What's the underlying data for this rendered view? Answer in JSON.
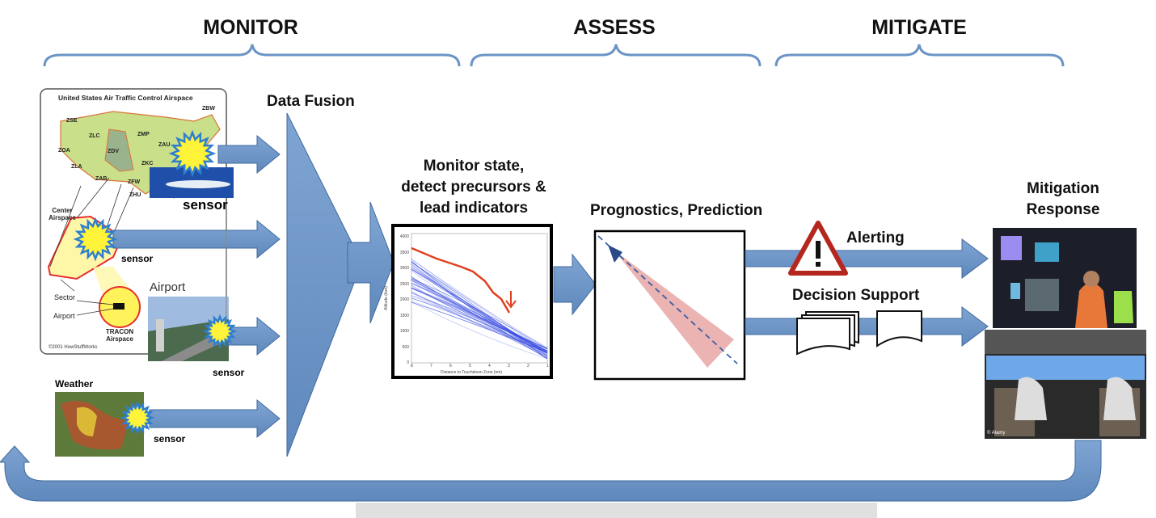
{
  "phases": {
    "monitor": "MONITOR",
    "assess": "ASSESS",
    "mitigate": "MITIGATE"
  },
  "map": {
    "title": "United States Air Traffic Control Airspace",
    "centers": [
      "ZSE",
      "ZLC",
      "ZMP",
      "ZBW",
      "ZOA",
      "ZDV",
      "ZAU",
      "ZLA",
      "ZKC",
      "ZAB",
      "ZFW",
      "ZHU"
    ],
    "center_airspace": "Center Airspace",
    "sector": "Sector",
    "airport": "Airport",
    "tracon": "TRACON Airspace",
    "credit": "©2001 HowStuffWorks"
  },
  "sensor_label": "sensor",
  "airport_label": "Airport",
  "weather_label": "Weather",
  "data_fusion": "Data Fusion",
  "monitor_state": "Monitor state, detect precursors & lead indicators",
  "chart_inset": {
    "ylabel": "Altitude (feet)",
    "xlabel": "Distance to Touchdown Zone (nm)",
    "yticks": [
      "0",
      "500",
      "1000",
      "1500",
      "2000",
      "2500",
      "3000",
      "3500",
      "4000"
    ],
    "xticks": [
      "8",
      "7",
      "6",
      "5",
      "4",
      "3",
      "2",
      "1"
    ]
  },
  "prognostics": "Prognostics, Prediction",
  "alerting": "Alerting",
  "decision_support": "Decision Support",
  "mitigation_response": "Mitigation Response",
  "photo_credit": "© Alamy",
  "colors": {
    "arrow": "#6b94c6",
    "arrow_edge": "#3f6a9e",
    "alert": "#b5261e",
    "cone": "#e8a7a4",
    "trend_red": "#e0401f",
    "trend_blue": "#3b4fe0"
  },
  "icons": [
    "sun-burst-icon",
    "warning-icon",
    "document-stack-icon",
    "document-icon",
    "airplane-icon"
  ]
}
